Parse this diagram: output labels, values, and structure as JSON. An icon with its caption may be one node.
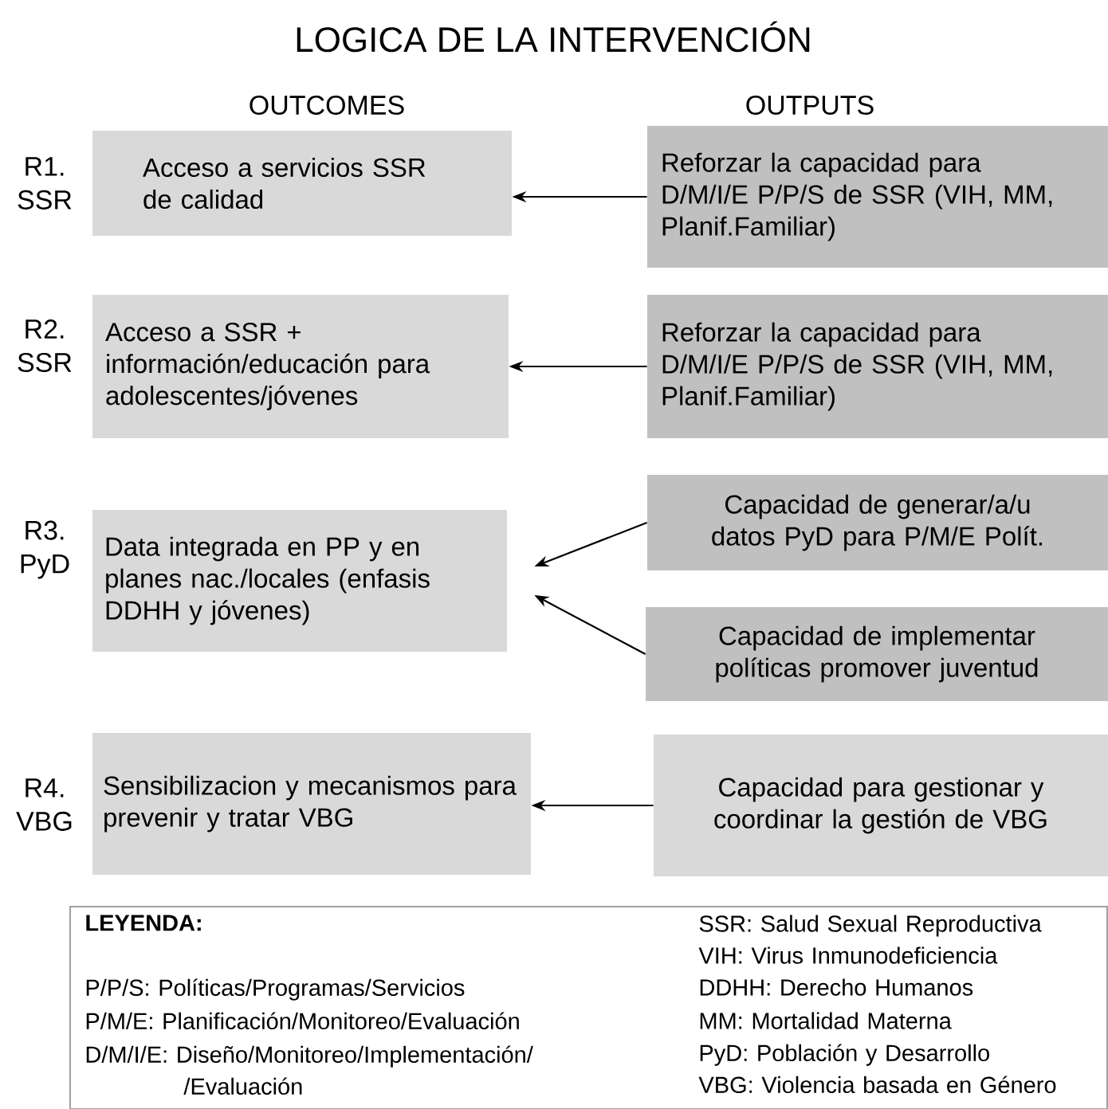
{
  "diagram": {
    "title": "LOGICA DE LA INTERVENCIÓN",
    "nodes": [
      {
        "text": [
          "Acceso a servicios SSR de calidad"
        ]
      },
      {
        "text": [
          "Reforzar la capacidad para D/M/I/E P/P/S de SSR (VIH, MM, Planif.Familiar)"
        ]
      },
      {
        "text": [
          "Acceso a SSR + información/educación para adolescentes/jóvenes"
        ]
      },
      {
        "text": [
          "Reforzar la capacidad para D/M/I/E P/P/S de SSR (VIH, MM, Planif.Familiar)"
        ]
      },
      {
        "text": [
          "Data integrada en PP y en planes nac./locales (enfasis DDHH y jóvenes)"
        ]
      },
      {
        "text": [
          "Capacidad de generar/a/u datos PyD para P/M/E Polít."
        ]
      },
      {
        "text": [
          "Capacidad de implementar políticas promover juventud"
        ]
      },
      {
        "text": [
          "Sensibilizacion y mecanismos para prevenir y tratar VBG"
        ]
      },
      {
        "text": [
          "Capacidad para gestionar y coordinar la gestión de VBG"
        ]
      },
      {
        "text": [
          "LEYENDA:",
          "P/P/S: Políticas/Programas/Servicios",
          "P/M/E: Planificación/Monitoreo/Evaluación",
          "D/M/I/E: Diseño/Monitoreo/Implementación/ /Evaluación",
          "SSR: Salud Sexual Reproductiva",
          "VIH: Virus Inmunodeficiencia",
          "DDHH: Derecho Humanos",
          "MM: Mortalidad Materna",
          "PyD: Población y Desarrollo",
          "VBG: Violencia basada en Género"
        ]
      }
    ],
    "edges": [
      {
        "from": 1,
        "to": 0,
        "arrow": "to"
      },
      {
        "from": 3,
        "to": 2,
        "arrow": "to"
      },
      {
        "from": 5,
        "to": 4,
        "arrow": "to"
      },
      {
        "from": 6,
        "to": 4,
        "arrow": "to"
      },
      {
        "from": 8,
        "to": 7,
        "arrow": "to"
      }
    ],
    "labels": [
      "OUTCOMES",
      "OUTPUTS",
      "R1. SSR",
      "R2. SSR",
      "R3. PyD",
      "R4. VBG"
    ]
  }
}
